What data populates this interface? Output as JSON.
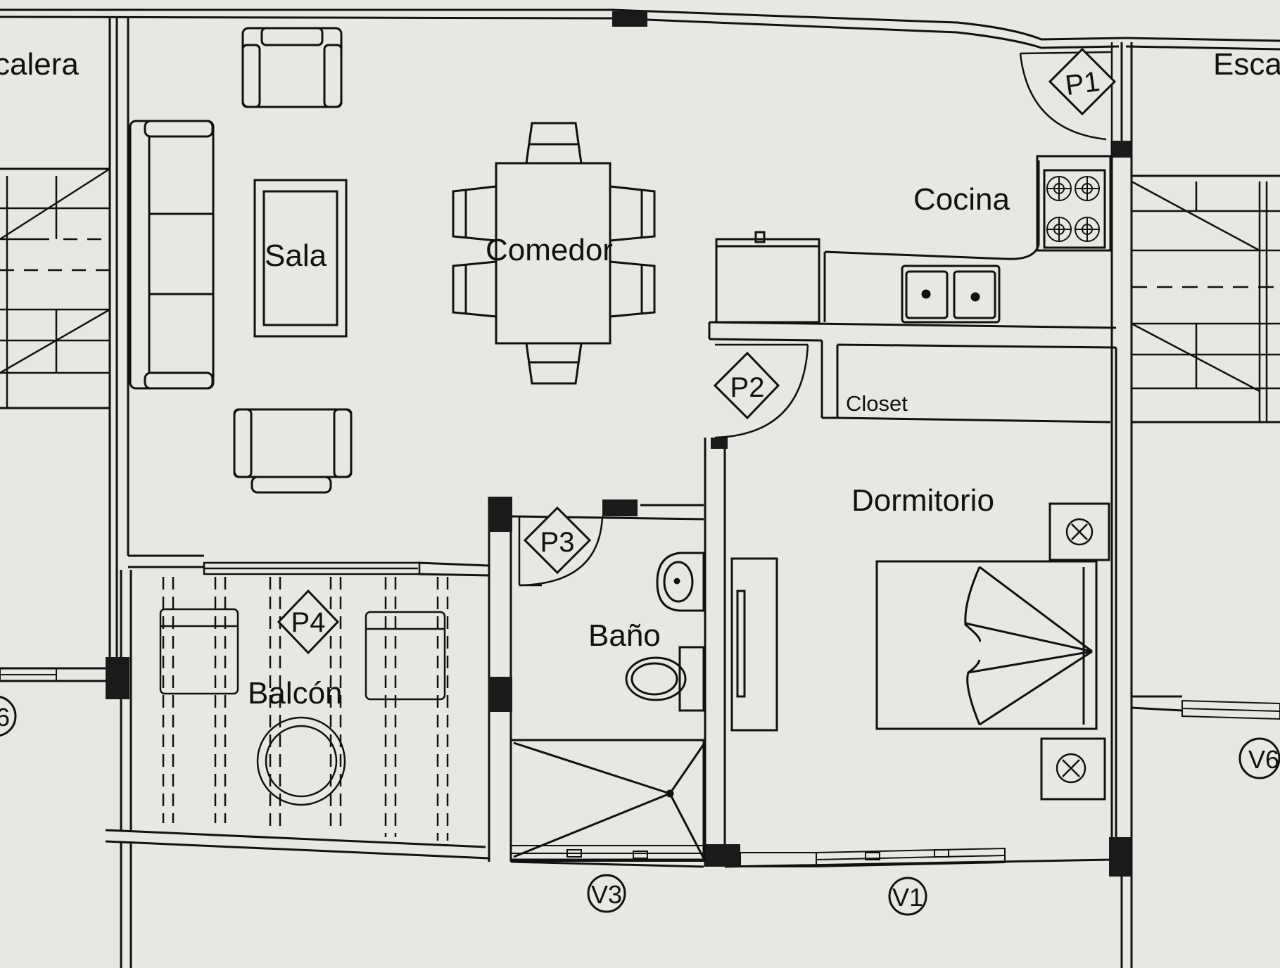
{
  "rooms": {
    "escalera_left": "calera",
    "escalera_right": "Esca",
    "sala": "Sala",
    "comedor": "Comedor",
    "cocina": "Cocina",
    "closet": "Closet",
    "dormitorio": "Dormitorio",
    "bano": "Baño",
    "balcon": "Balcón"
  },
  "doors": {
    "p1": "P1",
    "p2": "P2",
    "p3": "P3",
    "p4": "P4"
  },
  "windows": {
    "v3": "V3",
    "v1": "V1",
    "v6_left": "6",
    "v6_right": "V6"
  },
  "colors": {
    "paper": "#e9e7e3",
    "ink": "#111111",
    "column": "#1a1a1a"
  }
}
